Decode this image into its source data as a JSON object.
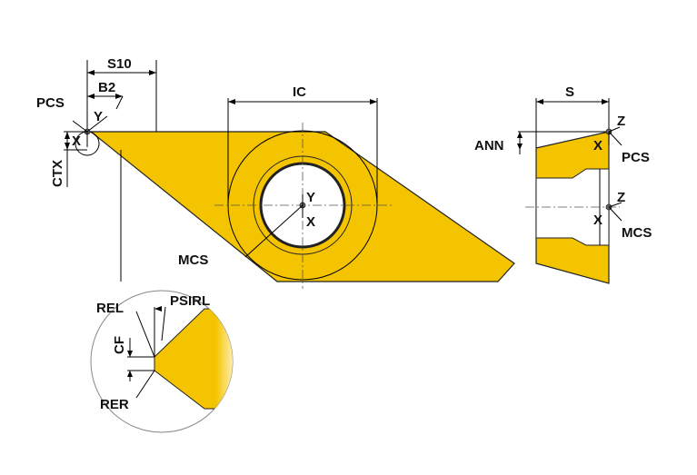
{
  "colors": {
    "insert": "#f5c400",
    "insert_shade": "#d8a800",
    "line": "#111111"
  },
  "labels": {
    "s10": "S10",
    "b2": "B2",
    "pcs_left": "PCS",
    "y_left": "Y",
    "x_left": "X",
    "ctx": "CTX",
    "ic": "IC",
    "y_center": "Y",
    "x_center": "X",
    "mcs_center": "MCS",
    "s": "S",
    "z_top": "Z",
    "x_top": "X",
    "pcs_right": "PCS",
    "ann": "ANN",
    "z_mid": "Z",
    "x_mid": "X",
    "mcs_right": "MCS",
    "rel": "REL",
    "psirl": "PSIRL",
    "cf": "CF",
    "rer": "RER"
  }
}
